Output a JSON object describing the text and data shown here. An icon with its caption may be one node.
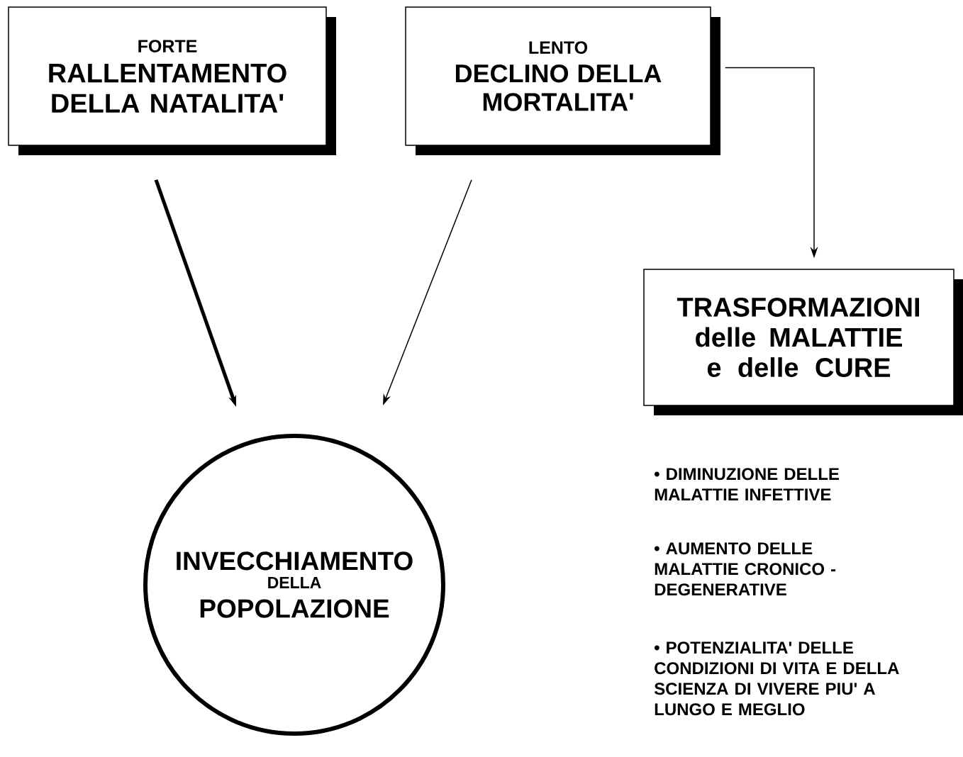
{
  "diagram": {
    "nodes": [
      {
        "text": [
          "FORTE",
          "RALLENTAMENTO DELLA NATALITA'"
        ]
      },
      {
        "text": [
          "LENTO",
          "DECLINO DELLA MORTALITA'"
        ]
      },
      {
        "text": [
          "INVECCHIAMENTO",
          "DELLA",
          "POPOLAZIONE"
        ]
      },
      {
        "text": [
          "TRASFORMAZIONI delle MALATTIE e delle CURE"
        ]
      }
    ],
    "edges": [
      {
        "from": 0,
        "to": 2,
        "arrow": "to",
        "style": "thick"
      },
      {
        "from": 1,
        "to": 2,
        "arrow": "to"
      },
      {
        "from": 1,
        "to": 3,
        "arrow": "to"
      }
    ],
    "labels": [
      "• DIMINUZIONE DELLE MALATTIE INFETTIVE",
      "• AUMENTO DELLE MALATTIE CRONICO - DEGENERATIVE",
      "• POTENZIALITA' DELLE CONDIZIONI DI VITA E DELLA SCIENZA DI VIVERE PIU' A LUNGO E MEGLIO"
    ]
  }
}
